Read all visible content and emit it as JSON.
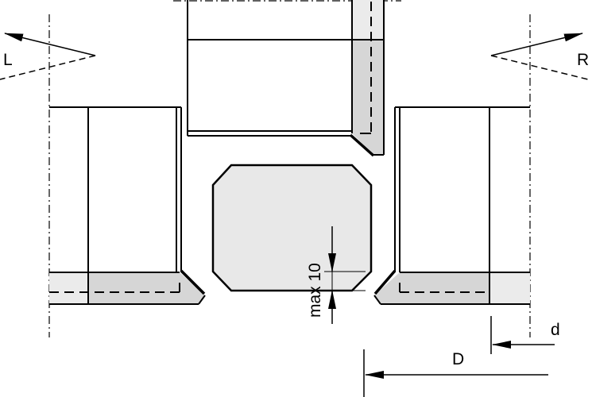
{
  "labels": {
    "left": "L",
    "right": "R",
    "small_d": "d",
    "large_d": "D",
    "max": "max 10"
  },
  "colors": {
    "stroke": "#000000",
    "light_gray": "#ebebeb",
    "mid_gray": "#d6d6d6",
    "part_fill": "#e8e8e8"
  }
}
